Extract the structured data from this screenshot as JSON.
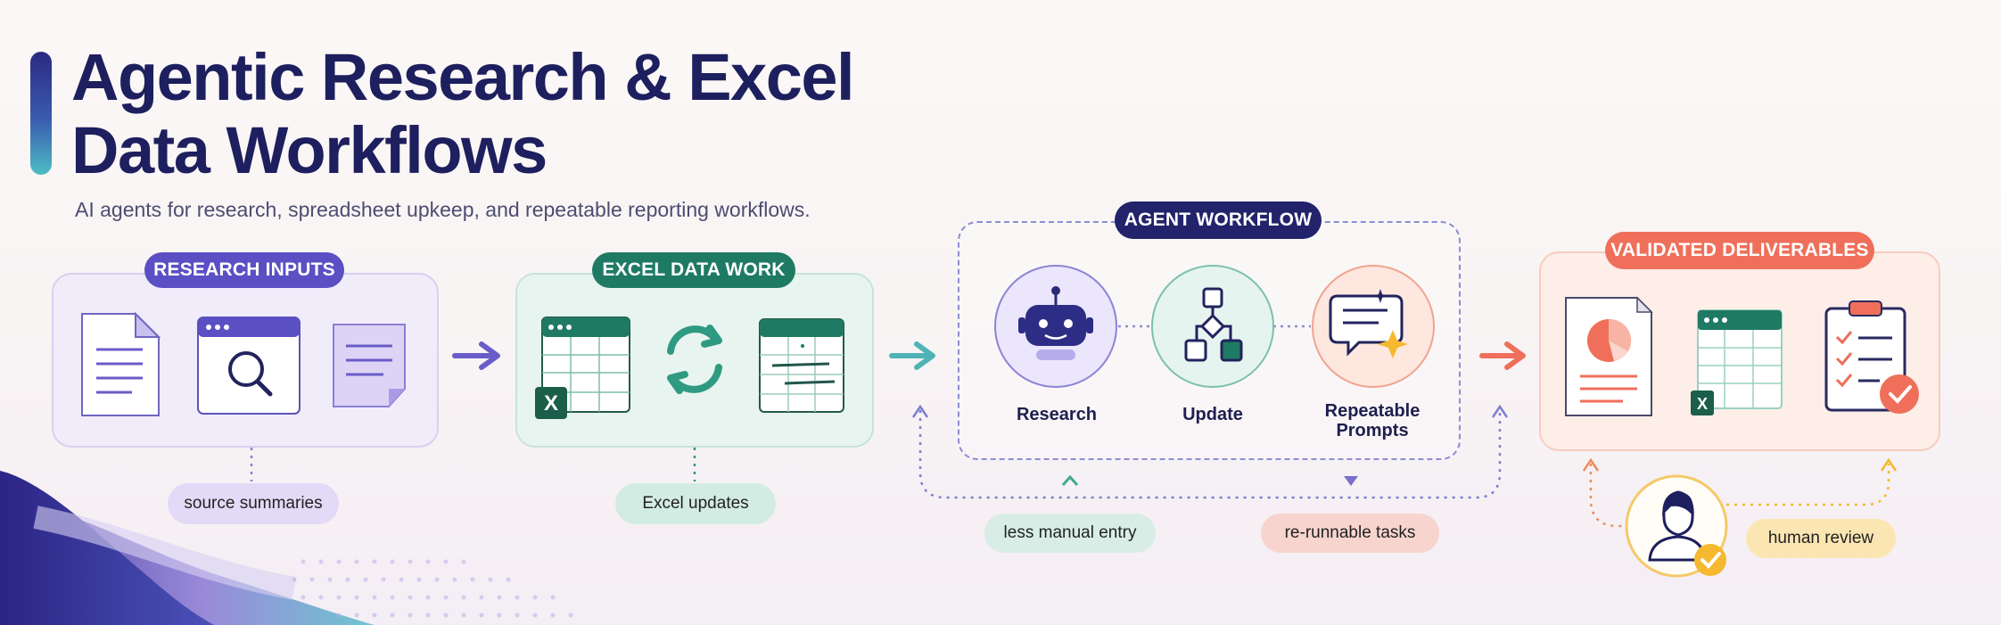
{
  "header": {
    "title": "Agentic Research & Excel Data Workflows",
    "subtitle": "AI agents for research, spreadsheet upkeep, and repeatable reporting workflows."
  },
  "sections": {
    "research_inputs": {
      "label": "RESEARCH INPUTS",
      "tag": "source summaries"
    },
    "excel_data_work": {
      "label": "EXCEL DATA WORK",
      "tag": "Excel updates"
    },
    "agent_workflow": {
      "label": "AGENT WORKFLOW",
      "nodes": [
        "Research",
        "Update",
        "Repeatable Prompts"
      ],
      "tags": [
        "less manual entry",
        "re-runnable tasks"
      ]
    },
    "validated_deliverables": {
      "label": "VALIDATED DELIVERABLES",
      "tag": "human review"
    }
  },
  "icons": {
    "research_inputs": [
      "document-icon",
      "browser-search-icon",
      "note-icon"
    ],
    "excel_data_work": [
      "excel-spreadsheet-icon",
      "refresh-icon",
      "spreadsheet-edit-icon"
    ],
    "agent_workflow": [
      "robot-icon",
      "flowchart-icon",
      "chat-sparkle-icon"
    ],
    "validated_deliverables": [
      "report-chart-icon",
      "excel-sheet-icon",
      "checklist-icon",
      "human-reviewer-icon"
    ]
  },
  "colors": {
    "title": "#1e1f5e",
    "research": "#5b4fc4",
    "excel": "#1f7a64",
    "agent": "#22236b",
    "deliverables": "#ef6f5a",
    "review": "#f5b82e"
  }
}
